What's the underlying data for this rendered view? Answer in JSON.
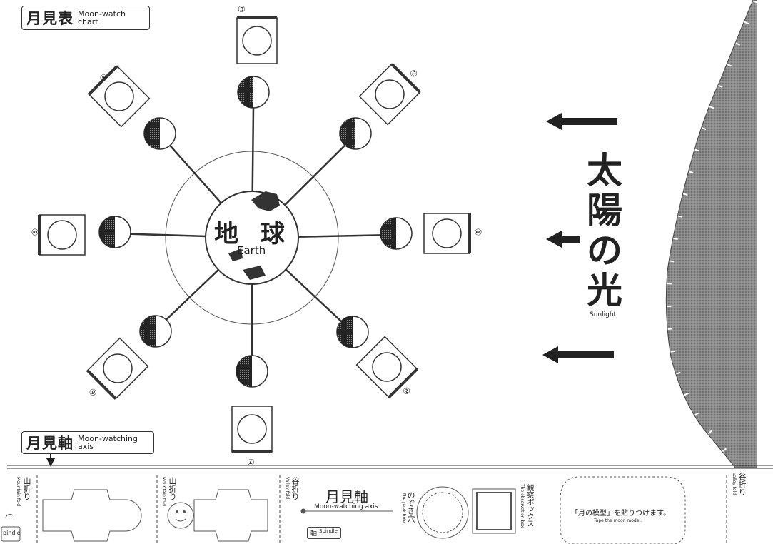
{
  "chart_label": {
    "jp": "月見表",
    "en_1": "Moon-watch",
    "en_2": "chart"
  },
  "earth": {
    "jp_1": "地",
    "jp_2": "球",
    "en": "Earth"
  },
  "positions": [
    "①",
    "②",
    "③",
    "④",
    "⑤",
    "⑥",
    "⑦",
    "⑧"
  ],
  "sunlight": {
    "chars": [
      "太",
      "陽",
      "の",
      "光"
    ],
    "en": "Sunlight"
  },
  "axis_label": {
    "jp": "月見軸",
    "en_1": "Moon-watching",
    "en_2": "axis"
  },
  "strip": {
    "mountain_fold_1_jp": "山折り",
    "mountain_fold_1_en": "Mountain fold",
    "spindle_left": "pindle",
    "mountain_fold_2_jp": "山折り",
    "mountain_fold_2_en": "Mountain fold",
    "valley_fold_1_jp": "谷折り",
    "valley_fold_1_en": "Valley fold",
    "axis_title_jp": "月見軸",
    "axis_title_en": "Moon-watching axis",
    "spindle_tag_jp": "軸",
    "spindle_tag_en": "Spindle",
    "peek_hole_jp": "のぞき穴",
    "peek_hole_en": "The peek hole",
    "obs_box_jp": "観察ボックス",
    "obs_box_en": "The observation box",
    "tape_jp": "「月の模型」を貼りつけます。",
    "tape_en": "Tape the moon model.",
    "valley_fold_2_jp": "谷折り",
    "valley_fold_2_en": "Valley fold"
  }
}
